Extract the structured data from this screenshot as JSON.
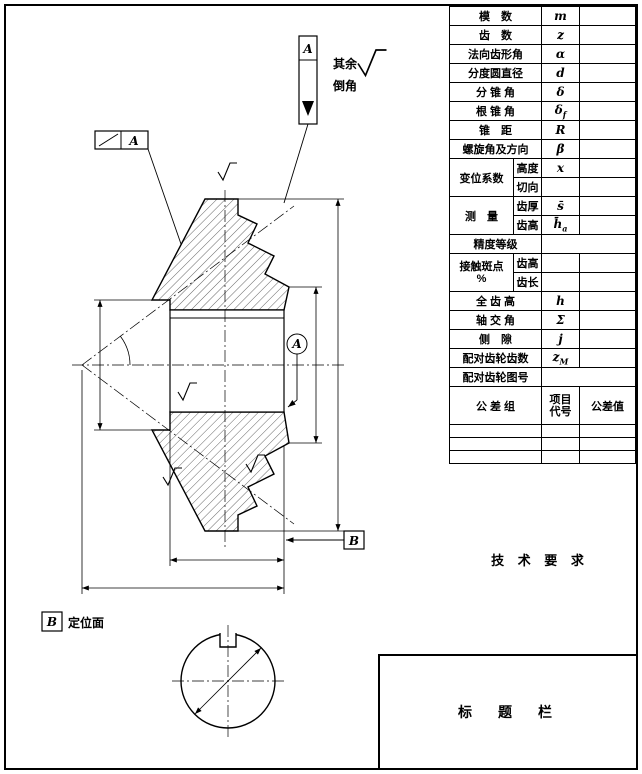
{
  "drawing": {
    "other_label": "其余",
    "chamfer_label": "倒角",
    "datum_a": "A",
    "surface_a": "A",
    "circle_a": "A",
    "datum_b": "B",
    "datum_b_box": "B",
    "locating_face": "定位面"
  },
  "notes": {
    "tech_requirements": "技 术 要 求",
    "title_bar": "标　题　栏"
  },
  "table": {
    "r1": {
      "label": "模　数",
      "sym": "m"
    },
    "r2": {
      "label": "齿　数",
      "sym": "z"
    },
    "r3": {
      "label": "法向齿形角",
      "sym": "α"
    },
    "r4": {
      "label": "分度圆直径",
      "sym": "d"
    },
    "r5": {
      "label": "分 锥 角",
      "sym": "δ"
    },
    "r6": {
      "label": "根 锥 角",
      "sym": "δ",
      "sub": "f"
    },
    "r7": {
      "label": "锥　距",
      "sym": "R"
    },
    "r8": {
      "label": "螺旋角及方向",
      "sym": "β"
    },
    "g1": {
      "label": "变位系数",
      "s1": "高度",
      "s1sym": "x",
      "s2": "切向"
    },
    "g2": {
      "label": "测　量",
      "s1": "齿厚",
      "s1sym": "s̄",
      "s2": "齿高",
      "s2sym": "h̄",
      "s2sub": "a"
    },
    "r13": {
      "label": "精度等级"
    },
    "g3": {
      "label": "接触斑点",
      "label2": "%",
      "s1": "齿高",
      "s2": "齿长"
    },
    "r16": {
      "label": "全 齿 高",
      "sym": "h"
    },
    "r17": {
      "label": "轴 交 角",
      "sym": "Σ"
    },
    "r18": {
      "label": "侧　隙",
      "sym": "j"
    },
    "r19": {
      "label": "配对齿轮齿数",
      "sym": "z",
      "sub": "M"
    },
    "r20": {
      "label": "配对齿轮图号"
    },
    "tol": {
      "label": "公 差 组",
      "h1a": "项目",
      "h1b": "代号",
      "h2": "公差值"
    }
  }
}
